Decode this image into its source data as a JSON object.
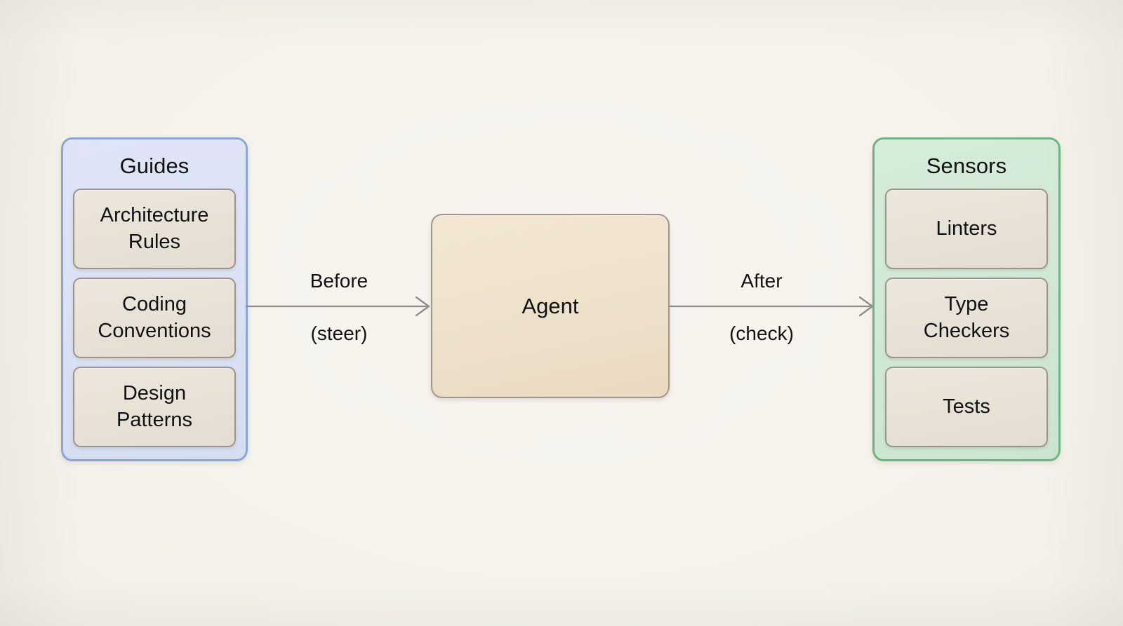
{
  "diagram": {
    "background_color": "#f5f2ec",
    "groups": [
      {
        "id": "guides",
        "title": "Guides",
        "fill_color": "#d9e1f4",
        "border_color": "#8aa4dc",
        "cards": [
          {
            "line1": "Architecture",
            "line2": "Rules"
          },
          {
            "line1": "Coding",
            "line2": "Conventions"
          },
          {
            "line1": "Design",
            "line2": "Patterns"
          }
        ]
      },
      {
        "id": "sensors",
        "title": "Sensors",
        "fill_color": "#cfe8d4",
        "border_color": "#6cb582",
        "cards": [
          {
            "line1": "Linters",
            "line2": ""
          },
          {
            "line1": "Type",
            "line2": "Checkers"
          },
          {
            "line1": "Tests",
            "line2": ""
          }
        ]
      }
    ],
    "center_node": {
      "label": "Agent",
      "fill_color": "#eee1cc",
      "border_color": "#a09689"
    },
    "edges": [
      {
        "id": "before",
        "label_line1": "Before",
        "label_line2": "(steer)",
        "from": "guides",
        "to": "agent",
        "color": "#8e8d89"
      },
      {
        "id": "after",
        "label_line1": "After",
        "label_line2": "(check)",
        "from": "agent",
        "to": "sensors",
        "color": "#8e8d89"
      }
    ]
  }
}
